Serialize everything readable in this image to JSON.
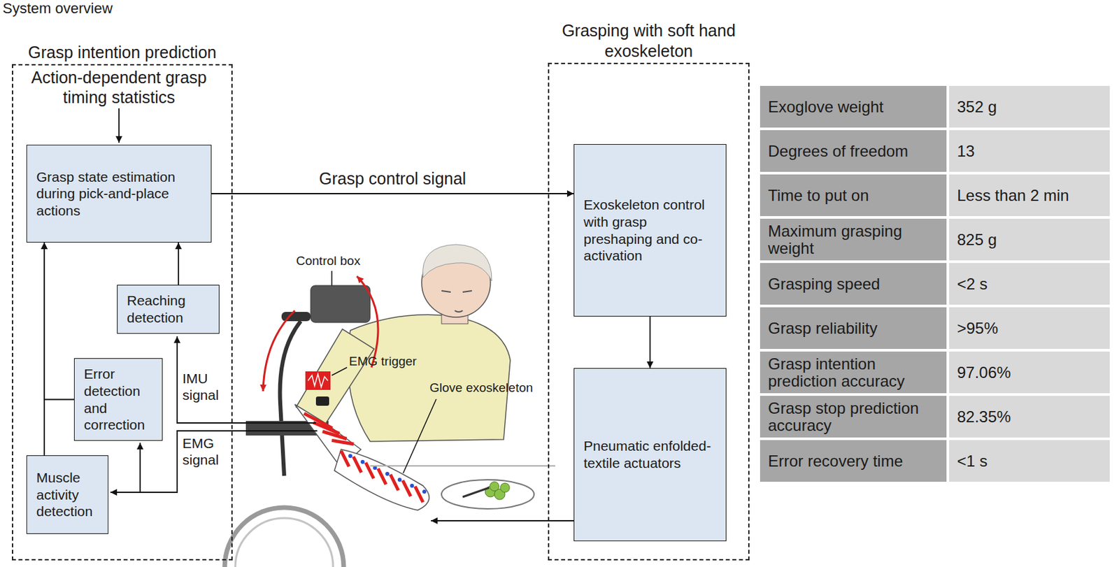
{
  "diagram": {
    "title": "System overview",
    "nodes": [
      {
        "text": [
          "Grasp intention prediction"
        ]
      },
      {
        "text": [
          "Grasp state estimation during pick-and-place actions"
        ],
        "in": 0
      },
      {
        "text": [
          "Reaching detection"
        ],
        "in": 0
      },
      {
        "text": [
          "Error detection and correction"
        ],
        "in": 0
      },
      {
        "text": [
          "Muscle activity detection"
        ],
        "in": 0
      },
      {
        "text": [
          "Grasping with soft hand exoskeleton"
        ]
      },
      {
        "text": [
          "Exoskeleton control with grasp preshaping and co-activation"
        ],
        "in": 5
      },
      {
        "text": [
          "Pneumatic enfolded-textile actuators"
        ],
        "in": 5
      }
    ],
    "edges": [
      {
        "from": 1,
        "to": 6,
        "label": "Grasp control signal",
        "arrow": "to"
      },
      {
        "from": 2,
        "to": 1,
        "arrow": "to"
      },
      {
        "from": 3,
        "to": 1,
        "arrow": "to"
      },
      {
        "from": 4,
        "to": 1,
        "arrow": "to"
      },
      {
        "from": 6,
        "to": 7,
        "arrow": "to"
      }
    ],
    "labels": [
      "Action-dependent grasp timing statistics",
      "Control box",
      "IMU signal",
      "EMG trigger",
      "Glove exoskeleton",
      "EMG signal",
      "Exoglove weight",
      "352 g",
      "Degrees of freedom",
      "13",
      "Time to put on",
      "Less than 2 min",
      "Maximum grasping weight",
      "825 g",
      "Grasping speed",
      "<2 s",
      "Grasp reliability",
      ">95%",
      "Grasp intention prediction accuracy",
      "97.06%",
      "Grasp stop prediction accuracy",
      "82.35%",
      "Error recovery time",
      "<1 s"
    ]
  }
}
